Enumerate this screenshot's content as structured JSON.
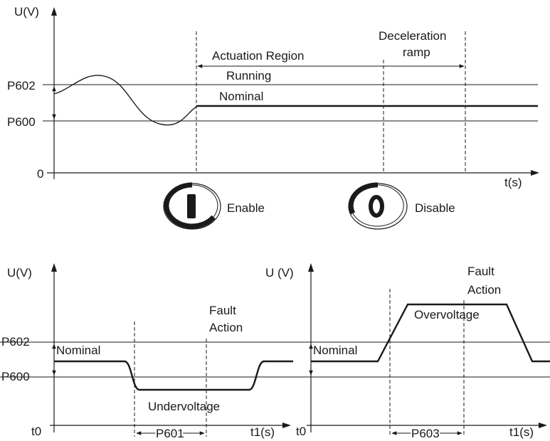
{
  "top_panel": {
    "y_axis_label": "U(V)",
    "x_axis_label": "t(s)",
    "origin_label": "0",
    "level_upper": "P602",
    "level_lower": "P600",
    "running_label": "Running",
    "nominal_label": "Nominal",
    "actuation_label": "Actuation Region",
    "decel_label_line1": "Deceleration",
    "decel_label_line2": "ramp"
  },
  "enable_button": {
    "glyph": "I",
    "label": "Enable"
  },
  "disable_button": {
    "glyph": "0",
    "label": "Disable"
  },
  "bottom_left_panel": {
    "y_axis_label": "U(V)",
    "x_axis_label": "t1(s)",
    "origin_label": "t0",
    "level_upper": "P602",
    "level_lower": "P600",
    "nominal_label": "Nominal",
    "fault_label_line1": "Fault",
    "fault_label_line2": "Action",
    "event_label": "Undervoltage",
    "interval_label": "P601"
  },
  "bottom_right_panel": {
    "y_axis_label": "U (V)",
    "x_axis_label": "t1(s)",
    "origin_label": "t0",
    "nominal_label": "Nominal",
    "fault_label_line1": "Fault",
    "fault_label_line2": "Action",
    "event_label": "Overvoltage",
    "interval_label": "P603"
  }
}
